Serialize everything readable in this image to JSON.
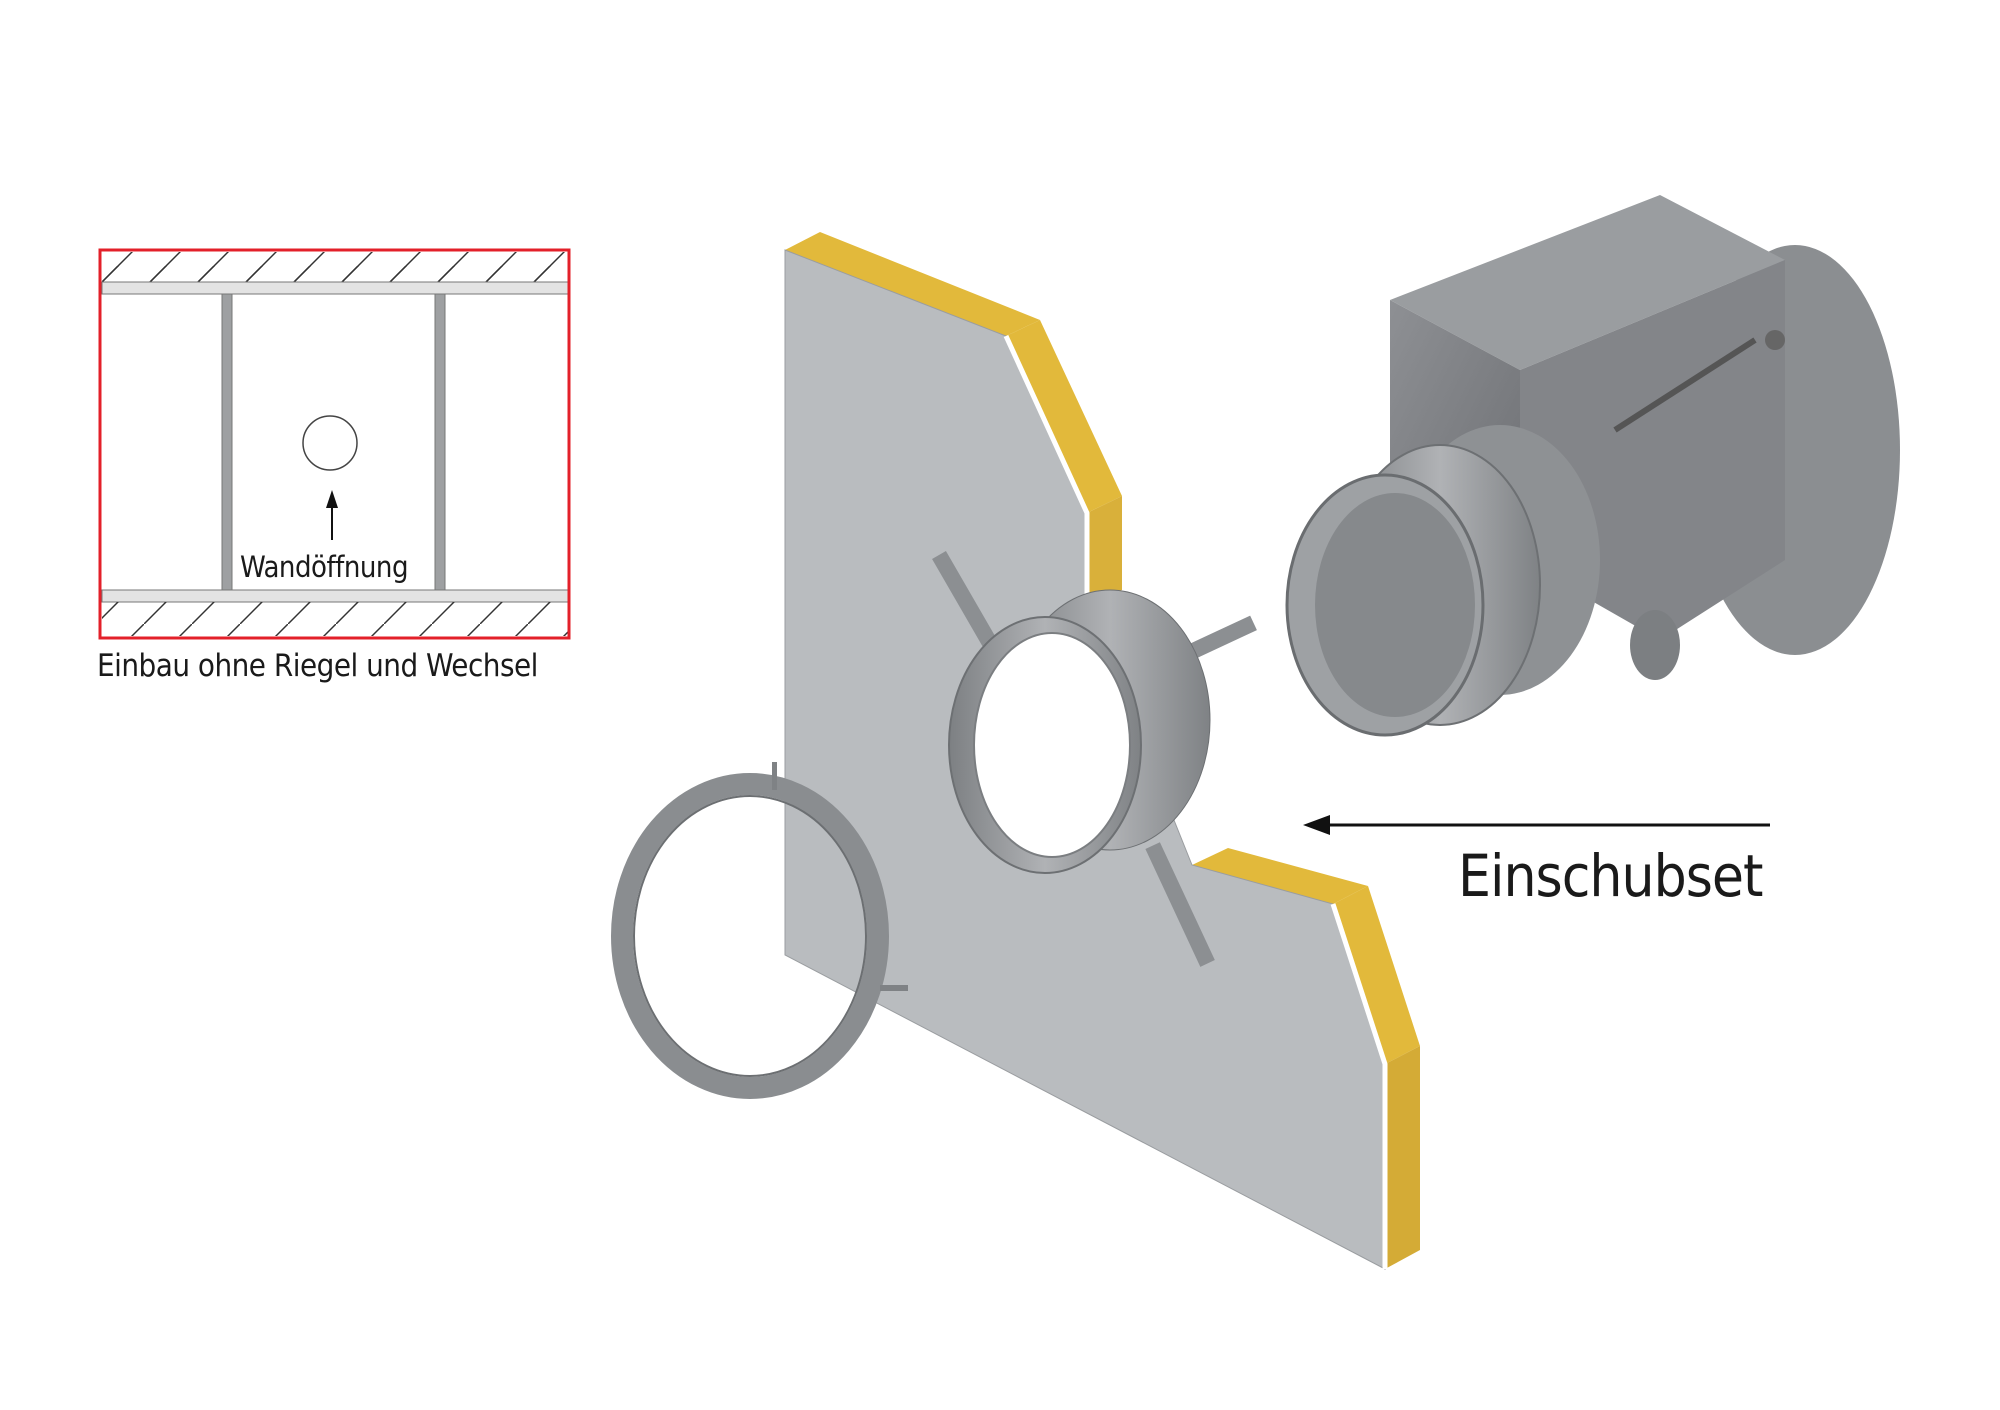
{
  "inset": {
    "opening_label": "Wandöffnung",
    "caption": "Einbau ohne Riegel und Wechsel",
    "frame_color": "#e3202a"
  },
  "main": {
    "callout_label": "Einschubset",
    "insulation_color": "#e2b93b",
    "board_color": "#b9bcbf",
    "metal_color": "#9a9c9f"
  }
}
